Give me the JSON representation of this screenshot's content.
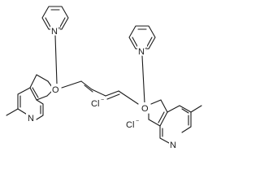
{
  "structure": {
    "atoms": {
      "pyridinium_n_left": "N",
      "pyridinium_n_right": "N",
      "charge_left": "+",
      "charge_right": "+",
      "oxygen_left": "O",
      "oxygen_right": "O",
      "ring_n_left": "N",
      "ring_n_right": "N"
    },
    "counterions": {
      "chloride_1": "Cl",
      "chloride_1_charge": "−",
      "chloride_2": "Cl",
      "chloride_2_charge": "−"
    }
  }
}
